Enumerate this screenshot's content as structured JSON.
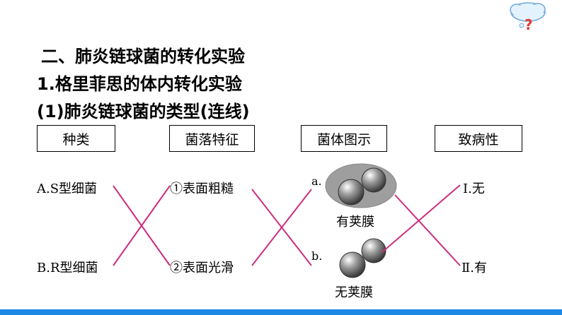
{
  "headings": {
    "section": "二、肺炎链球菌的转化实验",
    "subsection": "1.格里菲思的体内转化实验",
    "task": "(1)肺炎链球菌的类型(连线)"
  },
  "columns": [
    "种类",
    "菌落特征",
    "菌体图示",
    "致病性"
  ],
  "types": [
    "A.S型细菌",
    "B.R型细菌"
  ],
  "colonies": [
    "①表面粗糙",
    "②表面光滑"
  ],
  "diagram": {
    "a_label": "a.",
    "b_label": "b.",
    "a_caption": "有荚膜",
    "b_caption": "无荚膜"
  },
  "virulence": [
    "Ⅰ.无",
    "Ⅱ.有"
  ],
  "colors": {
    "connector": "#cc2e7f",
    "bottom_bar": "#1e88e5",
    "capsule": "#9e9e9e"
  },
  "icons": [
    "thought-cloud-question-icon"
  ]
}
